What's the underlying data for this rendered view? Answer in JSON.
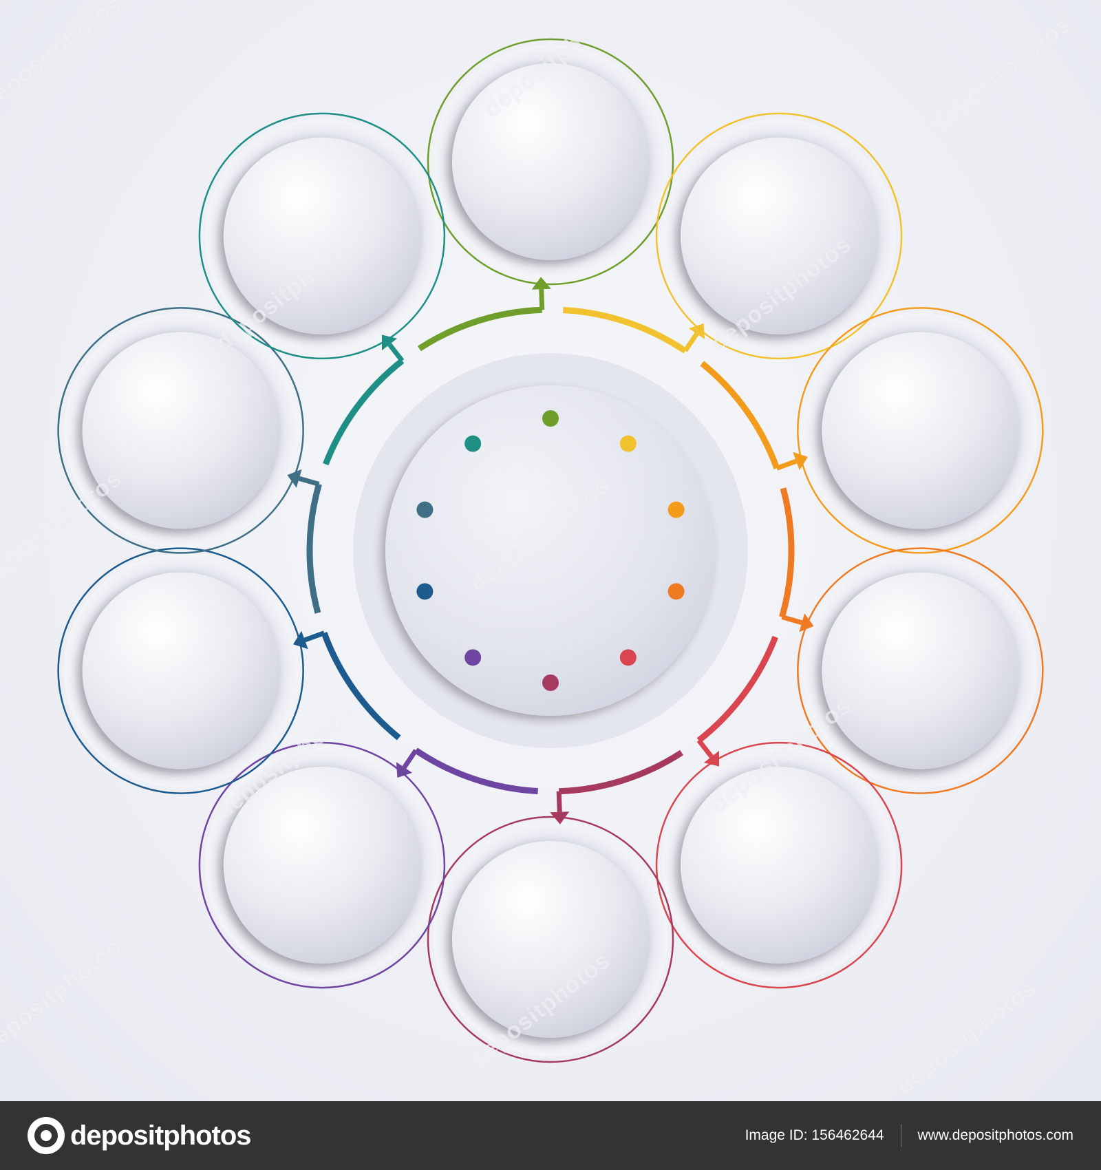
{
  "diagram": {
    "center_dots": [
      {
        "color": "#6f9e2a"
      },
      {
        "color": "#f2c12e"
      },
      {
        "color": "#f39c1c"
      },
      {
        "color": "#ef7a22"
      },
      {
        "color": "#d9464f"
      },
      {
        "color": "#a63a5e"
      },
      {
        "color": "#6e45a0"
      },
      {
        "color": "#1d5b8e"
      },
      {
        "color": "#3f6f85"
      },
      {
        "color": "#1f8f86"
      }
    ],
    "outer_circles": [
      {
        "color": "#6f9e2a"
      },
      {
        "color": "#f2c12e"
      },
      {
        "color": "#f39c1c"
      },
      {
        "color": "#ef7a22"
      },
      {
        "color": "#d9464f"
      },
      {
        "color": "#a63a5e"
      },
      {
        "color": "#6e45a0"
      },
      {
        "color": "#1d5b8e"
      },
      {
        "color": "#3f6f85"
      },
      {
        "color": "#1f8f86"
      }
    ],
    "ring_segments": [
      {
        "color": "#f2c12e"
      },
      {
        "color": "#f39c1c"
      },
      {
        "color": "#ef7a22"
      },
      {
        "color": "#d9464f"
      },
      {
        "color": "#a63a5e"
      },
      {
        "color": "#6e45a0"
      },
      {
        "color": "#1d5b8e"
      },
      {
        "color": "#3f6f85"
      },
      {
        "color": "#1f8f86"
      },
      {
        "color": "#6f9e2a"
      }
    ]
  },
  "watermark": "depositphotos",
  "footer": {
    "logo_text": "depositphotos",
    "logo_icon": "depositphotos-logo-icon",
    "image_id": "Image ID: 156462644",
    "site_url": "www.depositphotos.com"
  }
}
